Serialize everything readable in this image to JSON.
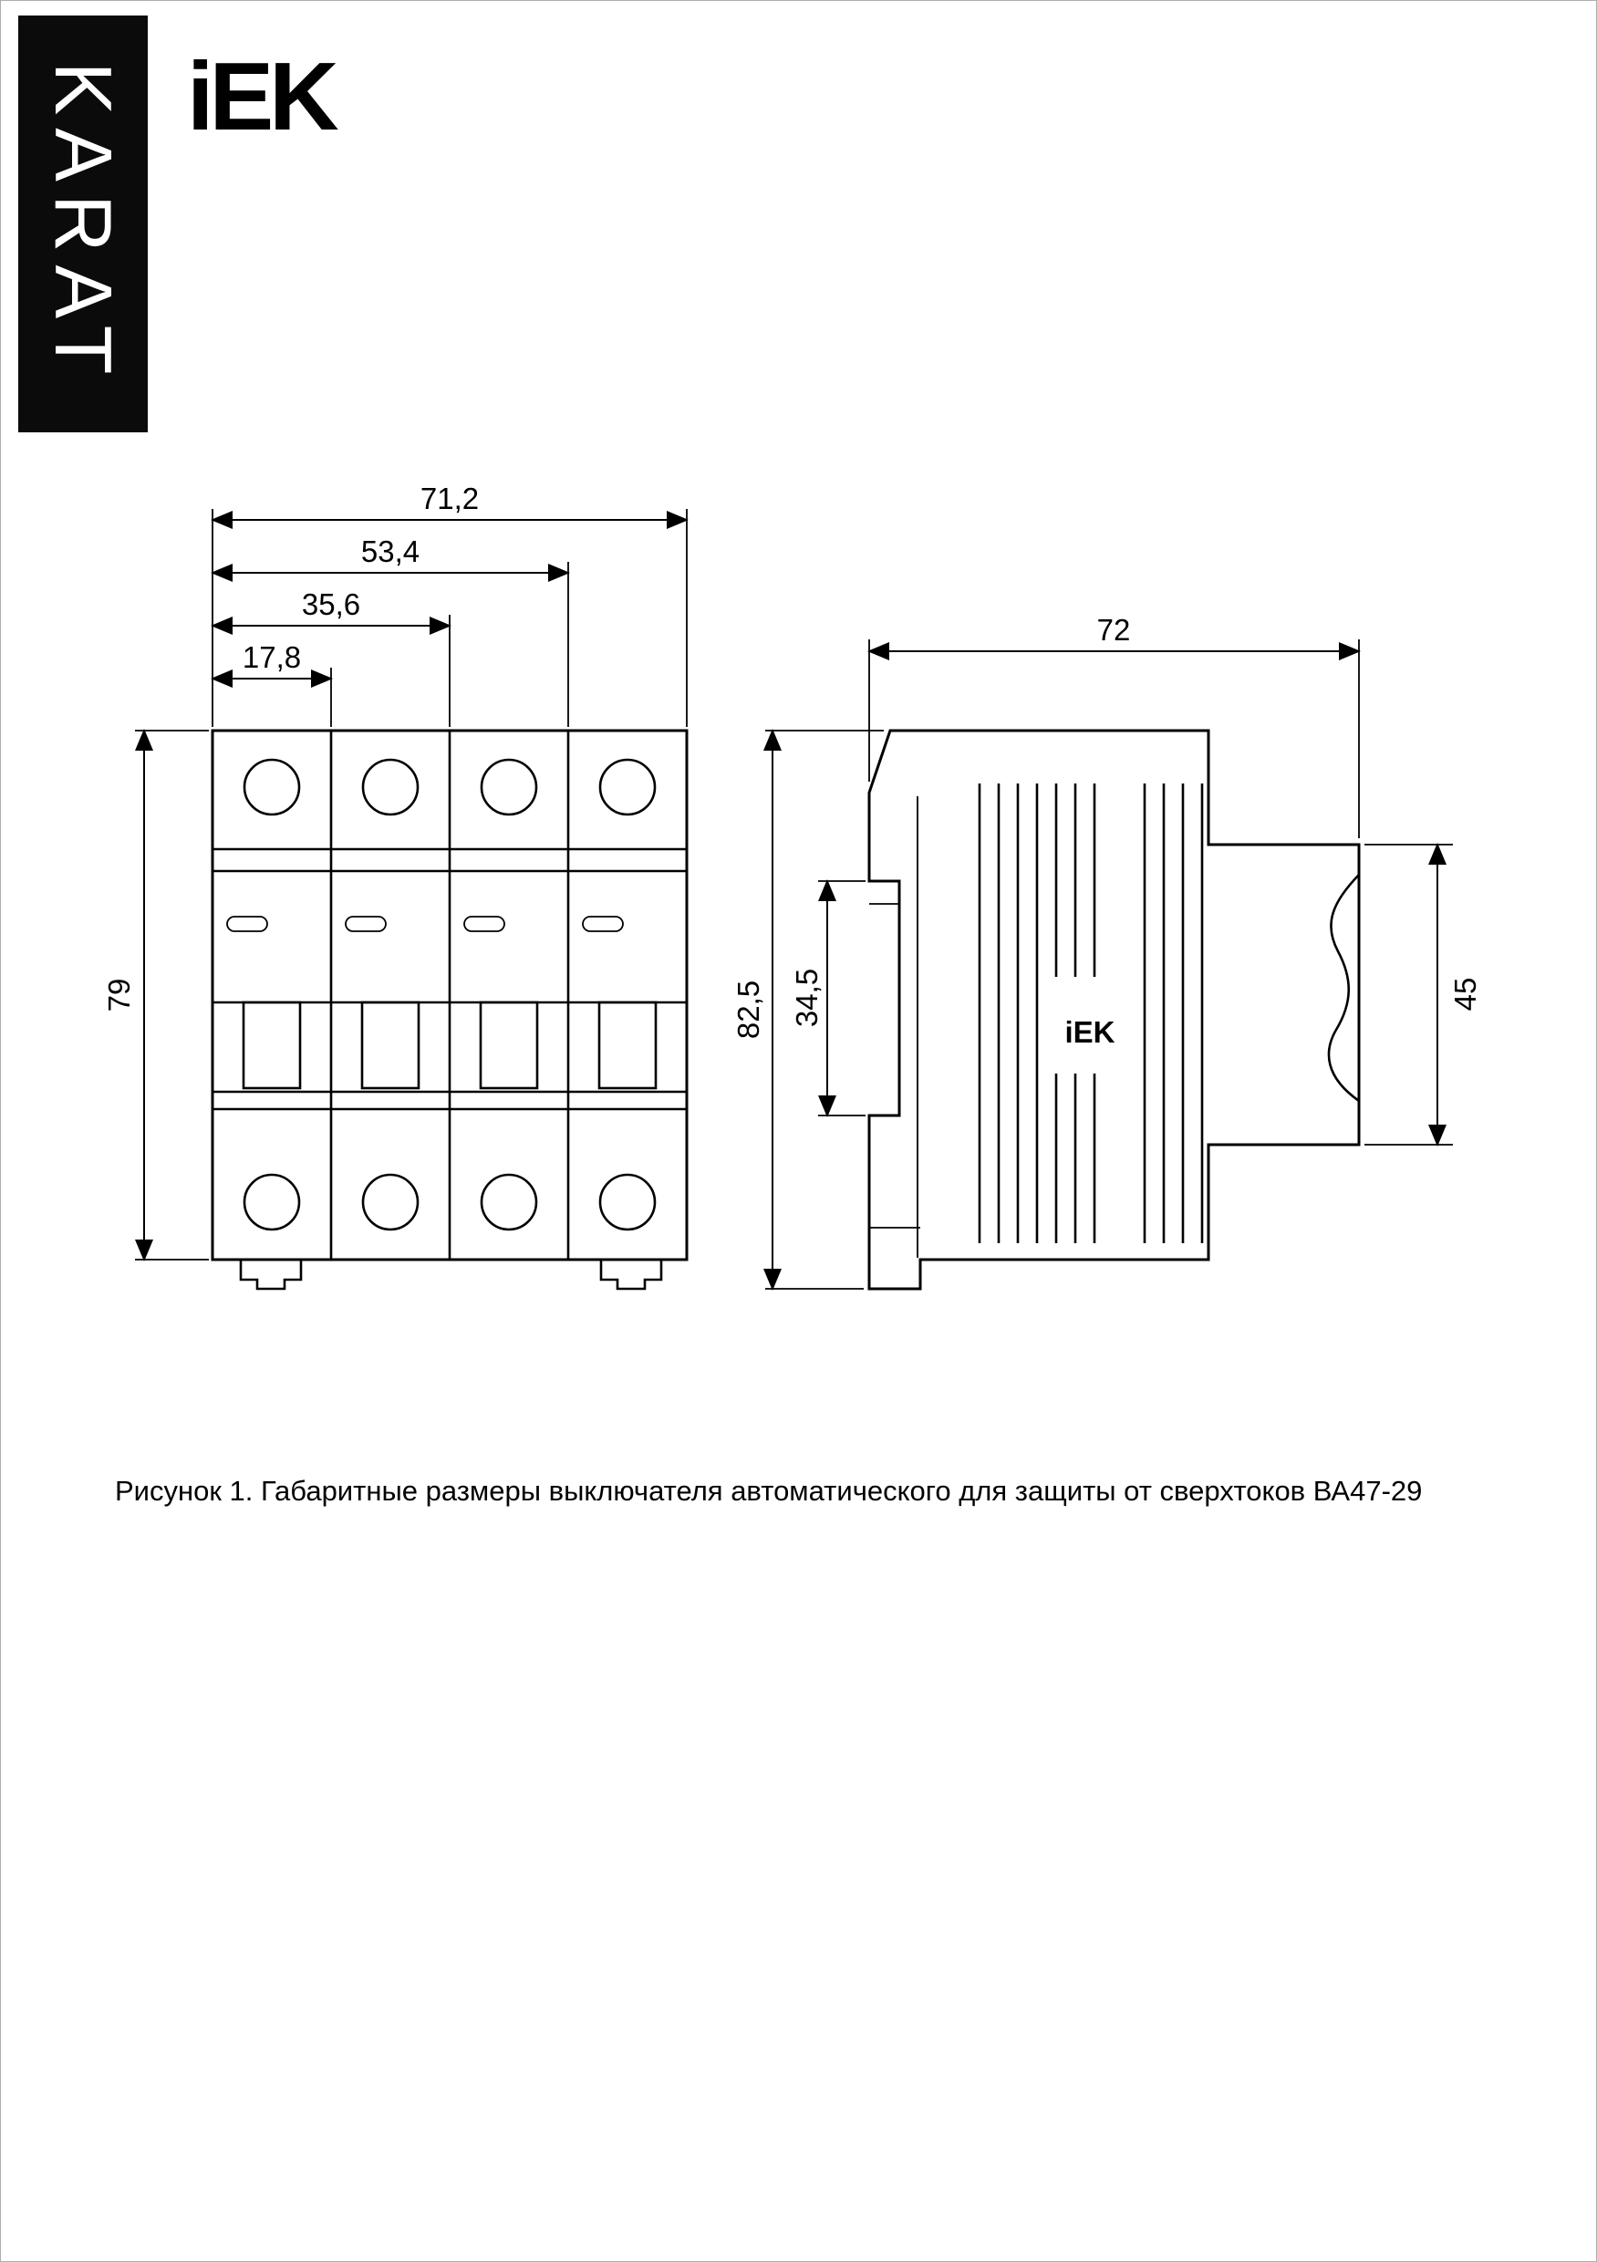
{
  "page": {
    "brand_vertical": "KARAT",
    "brand_logo": "iEK",
    "caption": "Рисунок 1. Габаритные размеры выключателя автоматического для защиты от сверхтоков ВА47-29"
  },
  "front_view": {
    "width_total": "71,2",
    "width_three": "53,4",
    "width_two": "35,6",
    "width_one": "17,8",
    "height": "79"
  },
  "side_view": {
    "depth": "72",
    "height_total": "82,5",
    "rail_height": "34,5",
    "front_height": "45",
    "logo": "iEK"
  }
}
